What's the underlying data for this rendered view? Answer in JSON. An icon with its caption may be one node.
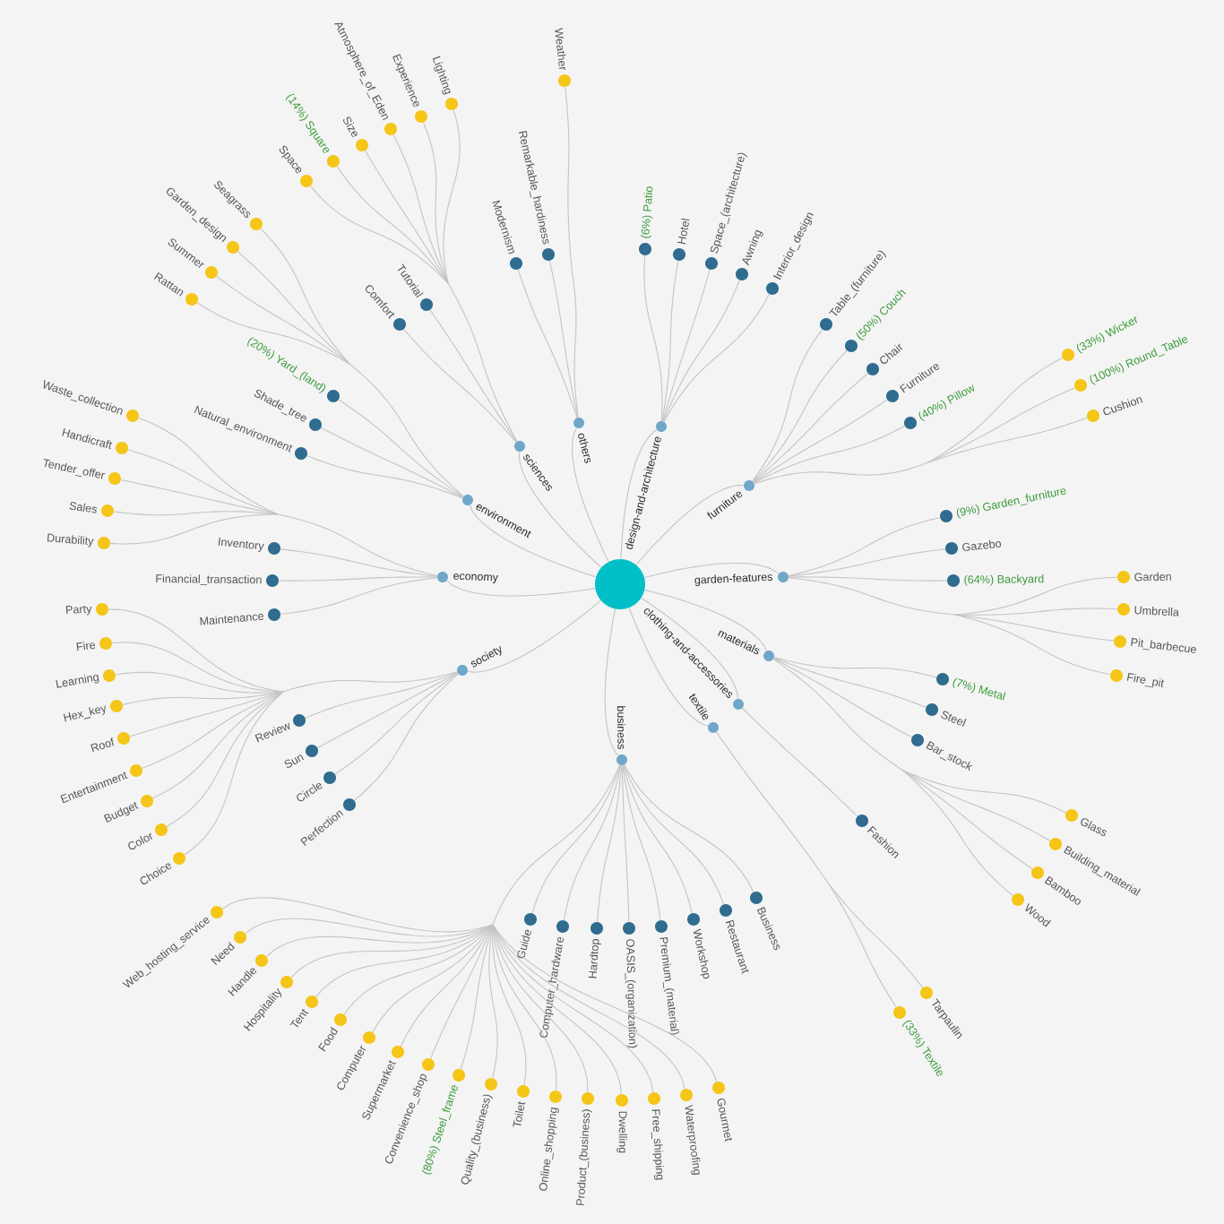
{
  "diagram": {
    "nodes": [
      {
        "text": [],
        "shape": "circle"
      },
      {
        "text": [
          "others"
        ]
      },
      {
        "text": [
          "Modernism"
        ]
      },
      {
        "text": [
          "Remarkable_hardiness"
        ]
      },
      {
        "text": [
          "Weather"
        ]
      },
      {
        "text": [
          "design-and-architecture"
        ]
      },
      {
        "text": [
          "(6%) Patio"
        ]
      },
      {
        "text": [
          "Hotel"
        ]
      },
      {
        "text": [
          "Space_(architecture)"
        ]
      },
      {
        "text": [
          "Awning"
        ]
      },
      {
        "text": [
          "Interior_design"
        ]
      },
      {
        "text": [
          "furniture"
        ]
      },
      {
        "text": [
          "Table_(furniture)"
        ]
      },
      {
        "text": [
          "(50%) Couch"
        ]
      },
      {
        "text": [
          "Chair"
        ]
      },
      {
        "text": [
          "Furniture"
        ]
      },
      {
        "text": [
          "(40%) Pillow"
        ]
      },
      {
        "text": [
          "(33%) Wicker"
        ]
      },
      {
        "text": [
          "(100%) Round_Table"
        ]
      },
      {
        "text": [
          "Cushion"
        ]
      },
      {
        "text": [
          "garden-features"
        ]
      },
      {
        "text": [
          "(9%) Garden_furniture"
        ]
      },
      {
        "text": [
          "Gazebo"
        ]
      },
      {
        "text": [
          "(64%) Backyard"
        ]
      },
      {
        "text": [
          "Garden"
        ]
      },
      {
        "text": [
          "Umbrella"
        ]
      },
      {
        "text": [
          "Pit_barbecue"
        ]
      },
      {
        "text": [
          "Fire_pit"
        ]
      },
      {
        "text": [
          "materials"
        ]
      },
      {
        "text": [
          "(7%) Metal"
        ]
      },
      {
        "text": [
          "Steel"
        ]
      },
      {
        "text": [
          "Bar_stock"
        ]
      },
      {
        "text": [
          "Glass"
        ]
      },
      {
        "text": [
          "Building_material"
        ]
      },
      {
        "text": [
          "Bamboo"
        ]
      },
      {
        "text": [
          "Wood"
        ]
      },
      {
        "text": [
          "clothing-and-accessories"
        ]
      },
      {
        "text": [
          "Fashion"
        ]
      },
      {
        "text": [
          "textile"
        ]
      },
      {
        "text": [
          "Tarpaulin"
        ]
      },
      {
        "text": [
          "(33%) Textile"
        ]
      },
      {
        "text": [
          "business"
        ]
      },
      {
        "text": [
          "Business"
        ]
      },
      {
        "text": [
          "Restaurant"
        ]
      },
      {
        "text": [
          "Workshop"
        ]
      },
      {
        "text": [
          "Premium_(material)"
        ]
      },
      {
        "text": [
          "OASIS_(organization)"
        ]
      },
      {
        "text": [
          "Hardtop"
        ]
      },
      {
        "text": [
          "Computer_hardware"
        ]
      },
      {
        "text": [
          "Guide"
        ]
      },
      {
        "text": [
          "Gourmet"
        ]
      },
      {
        "text": [
          "Waterproofing"
        ]
      },
      {
        "text": [
          "Free_shipping"
        ]
      },
      {
        "text": [
          "Dwelling"
        ]
      },
      {
        "text": [
          "Product_(business)"
        ]
      },
      {
        "text": [
          "Online_shopping"
        ]
      },
      {
        "text": [
          "Toilet"
        ]
      },
      {
        "text": [
          "Quality_(business)"
        ]
      },
      {
        "text": [
          "(80%) Steel_frame"
        ]
      },
      {
        "text": [
          "Convenience_shop"
        ]
      },
      {
        "text": [
          "Supermarket"
        ]
      },
      {
        "text": [
          "Computer"
        ]
      },
      {
        "text": [
          "Food"
        ]
      },
      {
        "text": [
          "Tent"
        ]
      },
      {
        "text": [
          "Hospitality"
        ]
      },
      {
        "text": [
          "Handle"
        ]
      },
      {
        "text": [
          "Need"
        ]
      },
      {
        "text": [
          "Web_hosting_service"
        ]
      },
      {
        "text": [
          "society"
        ]
      },
      {
        "text": [
          "Perfection"
        ]
      },
      {
        "text": [
          "Circle"
        ]
      },
      {
        "text": [
          "Sun"
        ]
      },
      {
        "text": [
          "Review"
        ]
      },
      {
        "text": [
          "Choice"
        ]
      },
      {
        "text": [
          "Color"
        ]
      },
      {
        "text": [
          "Budget"
        ]
      },
      {
        "text": [
          "Entertainment"
        ]
      },
      {
        "text": [
          "Roof"
        ]
      },
      {
        "text": [
          "Hex_key"
        ]
      },
      {
        "text": [
          "Learning"
        ]
      },
      {
        "text": [
          "Fire"
        ]
      },
      {
        "text": [
          "Party"
        ]
      },
      {
        "text": [
          "economy"
        ]
      },
      {
        "text": [
          "Maintenance"
        ]
      },
      {
        "text": [
          "Financial_transaction"
        ]
      },
      {
        "text": [
          "Inventory"
        ]
      },
      {
        "text": [
          "Durability"
        ]
      },
      {
        "text": [
          "Sales"
        ]
      },
      {
        "text": [
          "Tender_offer"
        ]
      },
      {
        "text": [
          "Handicraft"
        ]
      },
      {
        "text": [
          "Waste_collection"
        ]
      },
      {
        "text": [
          "environment"
        ]
      },
      {
        "text": [
          "Natural_environment"
        ]
      },
      {
        "text": [
          "Shade_tree"
        ]
      },
      {
        "text": [
          "(20%) Yard_(land)"
        ]
      },
      {
        "text": [
          "Rattan"
        ]
      },
      {
        "text": [
          "Summer"
        ]
      },
      {
        "text": [
          "Garden_design"
        ]
      },
      {
        "text": [
          "Seagrass"
        ]
      },
      {
        "text": [
          "sciences"
        ]
      },
      {
        "text": [
          "Comfort"
        ]
      },
      {
        "text": [
          "Tutorial"
        ]
      },
      {
        "text": [
          "Space"
        ]
      },
      {
        "text": [
          "(14%) Square"
        ]
      },
      {
        "text": [
          "Size"
        ]
      },
      {
        "text": [
          "Atmosphere_of_Eden"
        ]
      },
      {
        "text": [
          "Experience"
        ]
      },
      {
        "text": [
          "Lighting"
        ]
      }
    ],
    "edges": [
      {
        "from": 0,
        "to": 1,
        "arrow": "none"
      },
      {
        "from": 1,
        "to": 2,
        "arrow": "none"
      },
      {
        "from": 1,
        "to": 3,
        "arrow": "none"
      },
      {
        "from": 1,
        "to": 4,
        "arrow": "none"
      },
      {
        "from": 0,
        "to": 5,
        "arrow": "none"
      },
      {
        "from": 5,
        "to": 6,
        "arrow": "none"
      },
      {
        "from": 5,
        "to": 7,
        "arrow": "none"
      },
      {
        "from": 5,
        "to": 8,
        "arrow": "none"
      },
      {
        "from": 5,
        "to": 9,
        "arrow": "none"
      },
      {
        "from": 5,
        "to": 10,
        "arrow": "none"
      },
      {
        "from": 0,
        "to": 11,
        "arrow": "none"
      },
      {
        "from": 11,
        "to": 12,
        "arrow": "none"
      },
      {
        "from": 11,
        "to": 13,
        "arrow": "none"
      },
      {
        "from": 11,
        "to": 14,
        "arrow": "none"
      },
      {
        "from": 11,
        "to": 15,
        "arrow": "none"
      },
      {
        "from": 11,
        "to": 16,
        "arrow": "none"
      },
      {
        "from": 11,
        "to": 17,
        "arrow": "none"
      },
      {
        "from": 11,
        "to": 18,
        "arrow": "none"
      },
      {
        "from": 11,
        "to": 19,
        "arrow": "none"
      },
      {
        "from": 0,
        "to": 20,
        "arrow": "none"
      },
      {
        "from": 20,
        "to": 21,
        "arrow": "none"
      },
      {
        "from": 20,
        "to": 22,
        "arrow": "none"
      },
      {
        "from": 20,
        "to": 23,
        "arrow": "none"
      },
      {
        "from": 20,
        "to": 24,
        "arrow": "none"
      },
      {
        "from": 20,
        "to": 25,
        "arrow": "none"
      },
      {
        "from": 20,
        "to": 26,
        "arrow": "none"
      },
      {
        "from": 20,
        "to": 27,
        "arrow": "none"
      },
      {
        "from": 0,
        "to": 28,
        "arrow": "none"
      },
      {
        "from": 28,
        "to": 29,
        "arrow": "none"
      },
      {
        "from": 28,
        "to": 30,
        "arrow": "none"
      },
      {
        "from": 28,
        "to": 31,
        "arrow": "none"
      },
      {
        "from": 28,
        "to": 32,
        "arrow": "none"
      },
      {
        "from": 28,
        "to": 33,
        "arrow": "none"
      },
      {
        "from": 28,
        "to": 34,
        "arrow": "none"
      },
      {
        "from": 28,
        "to": 35,
        "arrow": "none"
      },
      {
        "from": 0,
        "to": 36,
        "arrow": "none"
      },
      {
        "from": 36,
        "to": 37,
        "arrow": "none"
      },
      {
        "from": 0,
        "to": 38,
        "arrow": "none"
      },
      {
        "from": 38,
        "to": 39,
        "arrow": "none"
      },
      {
        "from": 38,
        "to": 40,
        "arrow": "none"
      },
      {
        "from": 0,
        "to": 41,
        "arrow": "none"
      },
      {
        "from": 41,
        "to": 42,
        "arrow": "none"
      },
      {
        "from": 41,
        "to": 43,
        "arrow": "none"
      },
      {
        "from": 41,
        "to": 44,
        "arrow": "none"
      },
      {
        "from": 41,
        "to": 45,
        "arrow": "none"
      },
      {
        "from": 41,
        "to": 46,
        "arrow": "none"
      },
      {
        "from": 41,
        "to": 47,
        "arrow": "none"
      },
      {
        "from": 41,
        "to": 48,
        "arrow": "none"
      },
      {
        "from": 41,
        "to": 49,
        "arrow": "none"
      },
      {
        "from": 41,
        "to": 50,
        "arrow": "none"
      },
      {
        "from": 41,
        "to": 51,
        "arrow": "none"
      },
      {
        "from": 41,
        "to": 52,
        "arrow": "none"
      },
      {
        "from": 41,
        "to": 53,
        "arrow": "none"
      },
      {
        "from": 41,
        "to": 54,
        "arrow": "none"
      },
      {
        "from": 41,
        "to": 55,
        "arrow": "none"
      },
      {
        "from": 41,
        "to": 56,
        "arrow": "none"
      },
      {
        "from": 41,
        "to": 57,
        "arrow": "none"
      },
      {
        "from": 41,
        "to": 58,
        "arrow": "none"
      },
      {
        "from": 41,
        "to": 59,
        "arrow": "none"
      },
      {
        "from": 41,
        "to": 60,
        "arrow": "none"
      },
      {
        "from": 41,
        "to": 61,
        "arrow": "none"
      },
      {
        "from": 41,
        "to": 62,
        "arrow": "none"
      },
      {
        "from": 41,
        "to": 63,
        "arrow": "none"
      },
      {
        "from": 41,
        "to": 64,
        "arrow": "none"
      },
      {
        "from": 41,
        "to": 65,
        "arrow": "none"
      },
      {
        "from": 41,
        "to": 66,
        "arrow": "none"
      },
      {
        "from": 41,
        "to": 67,
        "arrow": "none"
      },
      {
        "from": 0,
        "to": 68,
        "arrow": "none"
      },
      {
        "from": 68,
        "to": 69,
        "arrow": "none"
      },
      {
        "from": 68,
        "to": 70,
        "arrow": "none"
      },
      {
        "from": 68,
        "to": 71,
        "arrow": "none"
      },
      {
        "from": 68,
        "to": 72,
        "arrow": "none"
      },
      {
        "from": 68,
        "to": 73,
        "arrow": "none"
      },
      {
        "from": 68,
        "to": 74,
        "arrow": "none"
      },
      {
        "from": 68,
        "to": 75,
        "arrow": "none"
      },
      {
        "from": 68,
        "to": 76,
        "arrow": "none"
      },
      {
        "from": 68,
        "to": 77,
        "arrow": "none"
      },
      {
        "from": 68,
        "to": 78,
        "arrow": "none"
      },
      {
        "from": 68,
        "to": 79,
        "arrow": "none"
      },
      {
        "from": 68,
        "to": 80,
        "arrow": "none"
      },
      {
        "from": 68,
        "to": 81,
        "arrow": "none"
      },
      {
        "from": 0,
        "to": 82,
        "arrow": "none"
      },
      {
        "from": 82,
        "to": 83,
        "arrow": "none"
      },
      {
        "from": 82,
        "to": 84,
        "arrow": "none"
      },
      {
        "from": 82,
        "to": 85,
        "arrow": "none"
      },
      {
        "from": 82,
        "to": 86,
        "arrow": "none"
      },
      {
        "from": 82,
        "to": 87,
        "arrow": "none"
      },
      {
        "from": 82,
        "to": 88,
        "arrow": "none"
      },
      {
        "from": 82,
        "to": 89,
        "arrow": "none"
      },
      {
        "from": 82,
        "to": 90,
        "arrow": "none"
      },
      {
        "from": 0,
        "to": 91,
        "arrow": "none"
      },
      {
        "from": 91,
        "to": 92,
        "arrow": "none"
      },
      {
        "from": 91,
        "to": 93,
        "arrow": "none"
      },
      {
        "from": 91,
        "to": 94,
        "arrow": "none"
      },
      {
        "from": 91,
        "to": 95,
        "arrow": "none"
      },
      {
        "from": 91,
        "to": 96,
        "arrow": "none"
      },
      {
        "from": 91,
        "to": 97,
        "arrow": "none"
      },
      {
        "from": 91,
        "to": 98,
        "arrow": "none"
      },
      {
        "from": 0,
        "to": 99,
        "arrow": "none"
      },
      {
        "from": 99,
        "to": 100,
        "arrow": "none"
      },
      {
        "from": 99,
        "to": 101,
        "arrow": "none"
      },
      {
        "from": 99,
        "to": 102,
        "arrow": "none"
      },
      {
        "from": 99,
        "to": 103,
        "arrow": "none"
      },
      {
        "from": 99,
        "to": 104,
        "arrow": "none"
      },
      {
        "from": 99,
        "to": 105,
        "arrow": "none"
      },
      {
        "from": 99,
        "to": 106,
        "arrow": "none"
      },
      {
        "from": 99,
        "to": 107,
        "arrow": "none"
      }
    ]
  }
}
